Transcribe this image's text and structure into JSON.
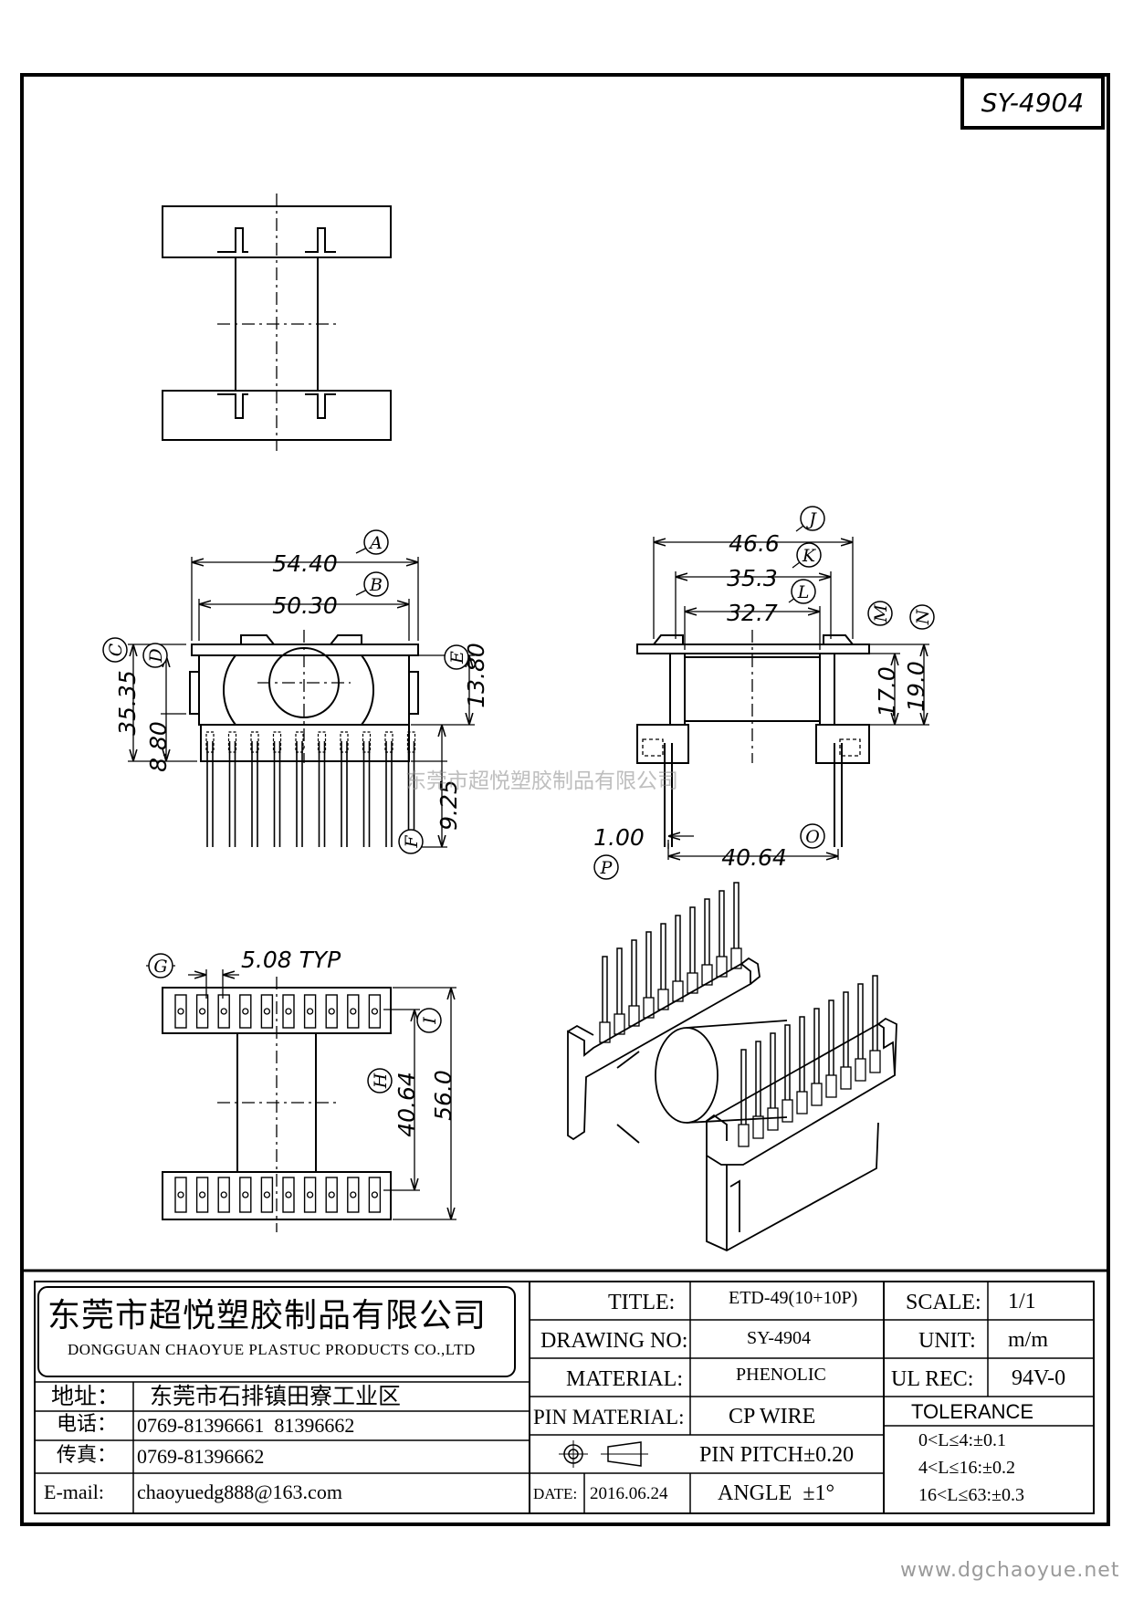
{
  "part_number": "SY-4904",
  "dimensions": {
    "A": "54.40",
    "B": "50.30",
    "C": "35.35",
    "D": "8.80",
    "E": "13.80",
    "F": "9.25",
    "G": "5.08 TYP",
    "H": "40.64",
    "I": "56.0",
    "J": "46.6",
    "K": "35.3",
    "L": "32.7",
    "M": "17.0",
    "N": "19.0",
    "O": "40.64",
    "P": "1.00"
  },
  "labels": [
    "A",
    "B",
    "C",
    "D",
    "E",
    "F",
    "G",
    "H",
    "I",
    "J",
    "K",
    "L",
    "M",
    "N",
    "O",
    "P"
  ],
  "watermark": "东莞市超悦塑胶制品有限公司",
  "company": {
    "name_cn": "东莞市超悦塑胶制品有限公司",
    "name_en": "DONGGUAN CHAOYUE PLASTUC PRODUCTS CO.,LTD",
    "address_label": "地址：",
    "address": "东莞市石排镇田寮工业区",
    "phone_label": "电话：",
    "phone": "0769-81396661  81396662",
    "fax_label": "传真：",
    "fax": "0769-81396662",
    "email_label": "E-mail:",
    "email": "chaoyuedg888@163.com"
  },
  "title_block": {
    "title_label": "TITLE:",
    "title": "ETD-49(10+10P)",
    "drawing_no_label": "DRAWING NO:",
    "drawing_no": "SY-4904",
    "material_label": "MATERIAL:",
    "material": "PHENOLIC",
    "pin_material_label": "PIN MATERIAL:",
    "pin_material": "CP WIRE",
    "pin_pitch": "PIN PITCH±0.20",
    "date_label": "DATE:",
    "date": "2016.06.24",
    "angle": "ANGLE  ±1°",
    "scale_label": "SCALE:",
    "scale": "1/1",
    "unit_label": "UNIT:",
    "unit": "m/m",
    "ul_label": "UL REC:",
    "ul": "94V-0",
    "tolerance_label": "TOLERANCE",
    "tolerances": [
      "0<L≤4:±0.1",
      "4<L≤16:±0.2",
      "16<L≤63:±0.3"
    ]
  },
  "website": "www.dgchaoyue.net"
}
